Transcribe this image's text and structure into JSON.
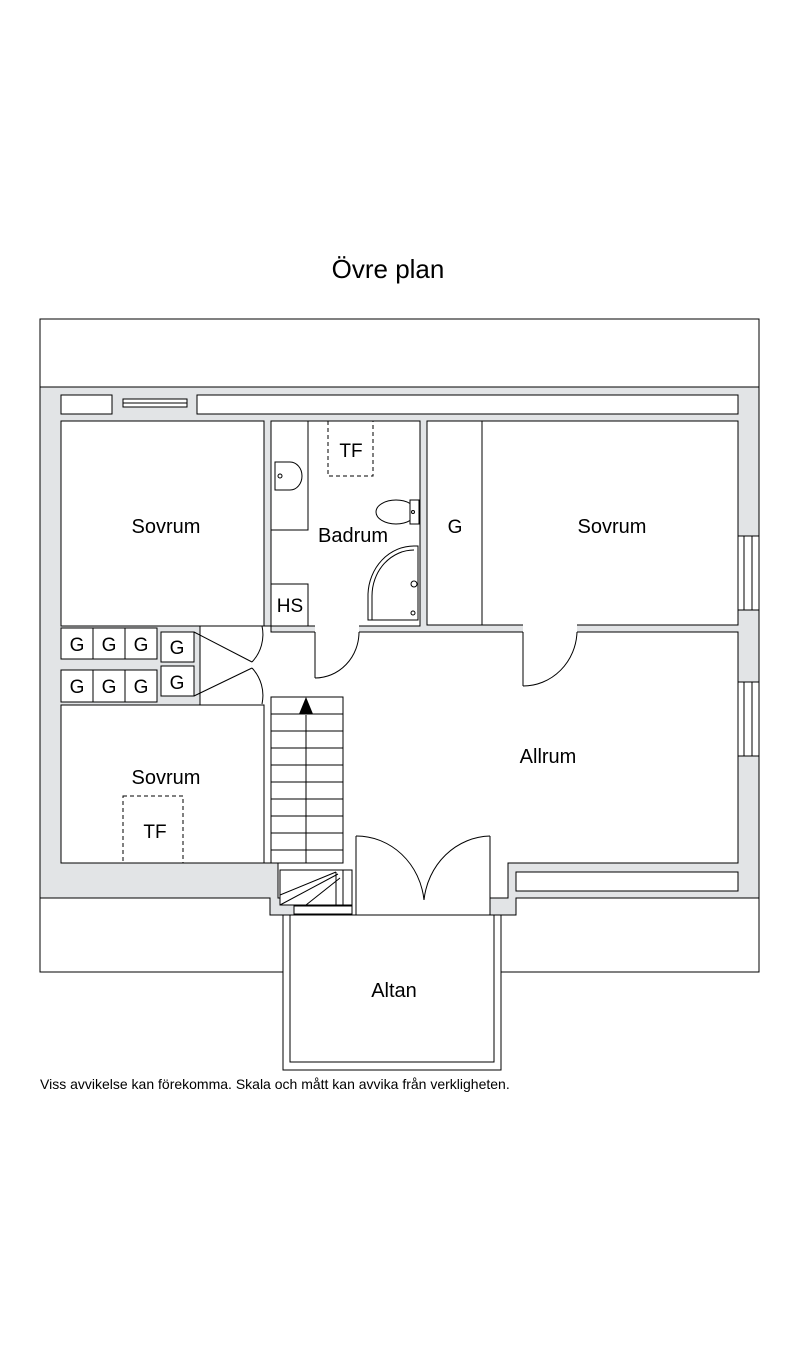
{
  "title": "Övre plan",
  "rooms": {
    "sovrum_nw": "Sovrum",
    "sovrum_sw": "Sovrum",
    "sovrum_ne": "Sovrum",
    "badrum": "Badrum",
    "allrum": "Allrum",
    "altan": "Altan"
  },
  "markers": {
    "tf": "TF",
    "hs": "HS",
    "g": "G"
  },
  "disclaimer": "Viss avvikelse kan förekomma. Skala och mått kan avvika från verkligheten.",
  "colors": {
    "wall_fill": "#e2e4e6",
    "line": "#000000",
    "background": "#ffffff"
  }
}
